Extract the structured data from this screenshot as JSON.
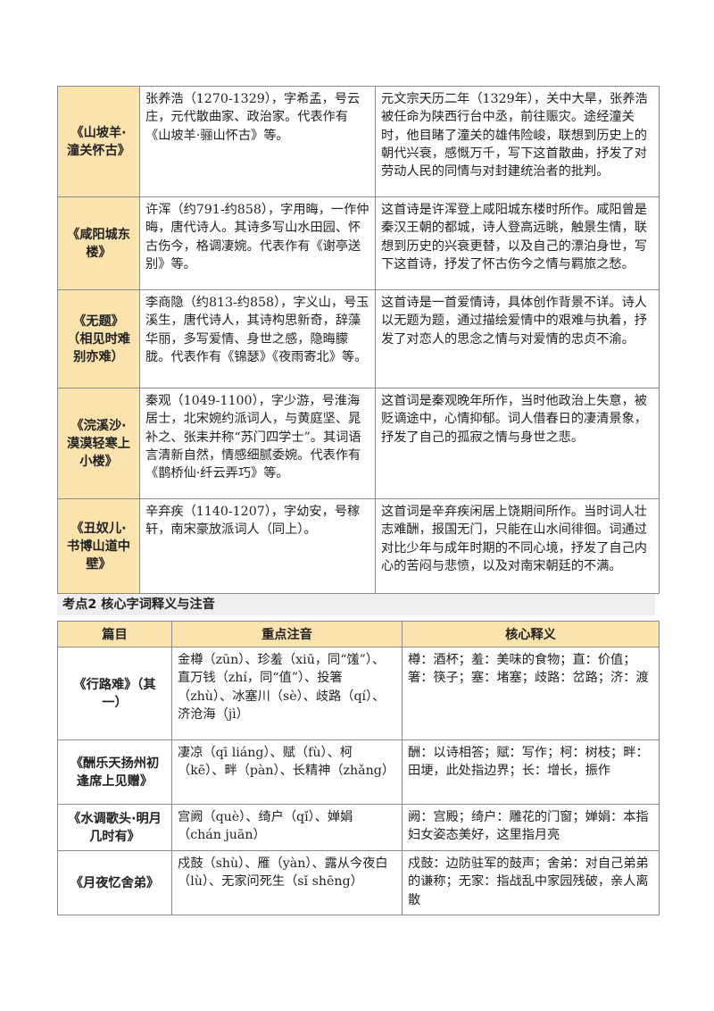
{
  "table1": {
    "rows": [
      {
        "title": "《山坡羊·潼关怀古》",
        "author": "张养浩（1270-1329），字希孟，号云庄，元代散曲家、政治家。代表作有《山坡羊·骊山怀古》等。",
        "background": "元文宗天历二年（1329年），关中大旱，张养浩被任命为陕西行台中丞，前往赈灾。途经潼关时，他目睹了潼关的雄伟险峻，联想到历史上的朝代兴衰，感慨万千，写下这首散曲，抒发了对劳动人民的同情与对封建统治者的批判。"
      },
      {
        "title": "《咸阳城东楼》",
        "author": "许浑（约791-约858），字用晦，一作仲晦，唐代诗人。其诗多写山水田园、怀古伤今，格调凄婉。代表作有《谢亭送别》等。",
        "background": "这首诗是许浑登上咸阳城东楼时所作。咸阳曾是秦汉王朝的都城，诗人登高远眺，触景生情，联想到历史的兴衰更替，以及自己的漂泊身世，写下这首诗，抒发了怀古伤今之情与羁旅之愁。"
      },
      {
        "title": "《无题》（相见时难别亦难）",
        "author": "李商隐（约813-约858），字义山，号玉溪生，唐代诗人，其诗构思新奇，辞藻华丽，多写爱情、身世之感，隐晦朦胧。代表作有《锦瑟》《夜雨寄北》等。",
        "background": "这首诗是一首爱情诗，具体创作背景不详。诗人以无题为题，通过描绘爱情中的艰难与执着，抒发了对恋人的思念之情与对爱情的忠贞不渝。"
      },
      {
        "title": "《浣溪沙·漠漠轻寒上小楼》",
        "author": "秦观（1049-1100），字少游，号淮海居士，北宋婉约派词人，与黄庭坚、晁补之、张耒并称“苏门四学士”。其词语言清新自然，情感细腻委婉。代表作有《鹊桥仙·纤云弄巧》等。",
        "background": "这首词是秦观晚年所作，当时他政治上失意，被贬谪途中，心情抑郁。词人借春日的凄清景象，抒发了自己的孤寂之情与身世之悲。"
      },
      {
        "title": "《丑奴儿·书博山道中壁》",
        "author": "辛弃疾（1140-1207），字幼安，号稼轩，南宋豪放派词人（同上）。",
        "background": "这首词是辛弃疾闲居上饶期间所作。当时词人壮志难酬，报国无门，只能在山水间徘徊。词通过对比少年与成年时期的不同心境，抒发了自己内心的苦闷与悲愤，以及对南宋朝廷的不满。"
      }
    ]
  },
  "section2": {
    "title": "考点2 核心字词释义与注音"
  },
  "table2": {
    "headers": [
      "篇目",
      "重点注音",
      "核心释义"
    ],
    "rows": [
      {
        "title": "《行路难》（其一）",
        "pinyin": "金樽（zūn）、珍羞（xiū，同“馐”）、直万钱（zhí，同“值”）、投箸（zhù）、冰塞川（sè）、歧路（qí）、济沧海（jì）",
        "meaning": "樽：酒杯；羞：美味的食物；直：价值；箸：筷子；塞：堵塞；歧路：岔路；济：渡"
      },
      {
        "title": "《酬乐天扬州初逢席上见赠》",
        "pinyin": "凄凉（qī liáng）、赋（fù）、柯（kē）、畔（pàn）、长精神（zhǎng）",
        "meaning": "酬：以诗相答；赋：写作；柯：树枝；畔：田埂，此处指边界；长：增长，振作"
      },
      {
        "title": "《水调歌头·明月几时有》",
        "pinyin": "宫阙（què）、绮户（qǐ）、婵娟（chán juān）",
        "meaning": "阙：宫殿；绮户：雕花的门窗；婵娟：本指妇女姿态美好，这里指月亮"
      },
      {
        "title": "《月夜忆舍弟》",
        "pinyin": "戍鼓（shù）、雁（yàn）、露从今夜白（lù）、无家问死生（sǐ shēng）",
        "meaning": "戍鼓：边防驻军的鼓声；舍弟：对自己弟弟的谦称；无家：指战乱中家园残破，亲人离散"
      }
    ]
  }
}
